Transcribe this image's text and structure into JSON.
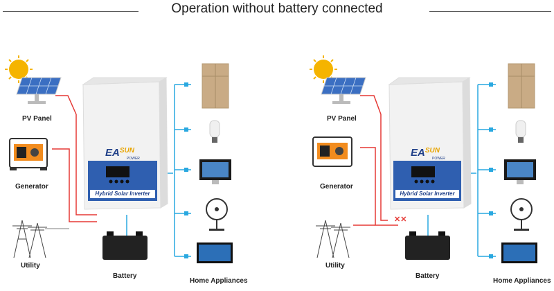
{
  "title": "Operation without battery connected",
  "panels": [
    {
      "labels": {
        "pv": "PV Panel",
        "generator": "Generator",
        "utility": "Utility",
        "battery": "Battery",
        "appliances": "Home Appliances"
      },
      "inverter": {
        "brand_main": "EA",
        "brand_sun": "SUN",
        "brand_power": "POWER",
        "name": "Hybrid Solar Inverter"
      },
      "generator_line_color": "#e53935",
      "utility_line_color": "#e53935",
      "ac_fault_marks": false
    },
    {
      "labels": {
        "pv": "PV Panel",
        "generator": "Generator",
        "utility": "Utility",
        "battery": "Battery",
        "appliances": "Home Appliances"
      },
      "inverter": {
        "brand_main": "EA",
        "brand_sun": "SUN",
        "brand_power": "POWER",
        "name": "Hybrid Solar Inverter"
      },
      "generator_line_color": "#e53935",
      "utility_line_color": "#e53935",
      "ac_fault_marks": true,
      "fault_mark": "✕✕"
    }
  ],
  "colors": {
    "pv_line": "#e53935",
    "load_line": "#29a8e0",
    "battery_line": "#29a8e0",
    "inverter_blue": "#2f5fb0",
    "inverter_body": "#f2f2f2"
  }
}
